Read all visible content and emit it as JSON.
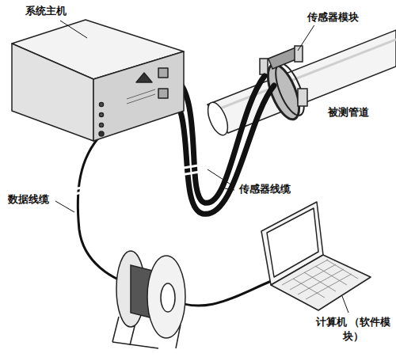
{
  "diagram": {
    "labels": [
      "系统主机",
      "传感器模块",
      "被测管道",
      "传感器线缆",
      "数据线缆",
      "计算机 （软件模块）"
    ]
  }
}
